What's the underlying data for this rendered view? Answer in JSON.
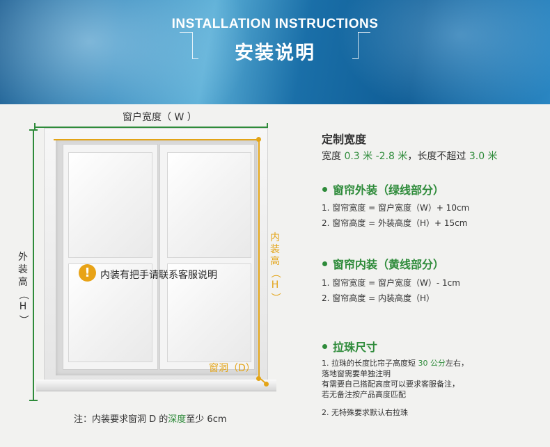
{
  "header": {
    "title_en": "INSTALLATION INSTRUCTIONS",
    "title_cn": "安装说明"
  },
  "diagram": {
    "width_label": "窗户宽度（ W ）",
    "outer_height_chars": [
      "外",
      "装",
      "高",
      "（",
      "H",
      "）"
    ],
    "inner_height_chars": [
      "内",
      "装",
      "高",
      "（",
      "H",
      "）"
    ],
    "depth_label": "窗洞（D）",
    "warning_icon": "!",
    "warning_text": "内装有把手请联系客服说明",
    "note_prefix": "注：内装要求窗洞 D 的",
    "note_highlight": "深度",
    "note_suffix": "至少 6cm",
    "colors": {
      "outer": "#2e8b3a",
      "inner": "#e3a417"
    }
  },
  "custom_width": {
    "heading": "定制宽度",
    "text_a": "宽度 ",
    "range": "0.3 米 -2.8 米",
    "text_b": "，长度不超过 ",
    "max_len": "3.0 米"
  },
  "outer_section": {
    "title": "窗帘外装（绿线部分）",
    "items": [
      "1. 窗帘宽度 = 窗户宽度（W）+ 10cm",
      "2. 窗帘高度 = 外装高度（H）+ 15cm"
    ]
  },
  "inner_section": {
    "title": "窗帘内装（黄线部分）",
    "items": [
      "1. 窗帘宽度 = 窗户宽度（W）- 1cm",
      "2. 窗帘高度 = 内装高度（H）"
    ]
  },
  "bead_section": {
    "title": "拉珠尺寸",
    "line1_a": "1. 拉珠的长度比帘子高度短 ",
    "line1_highlight": "30 公分",
    "line1_b": "左右，",
    "line2": "落地窗需要单独注明",
    "line3": "有需要自己搭配高度可以要求客服备注，",
    "line4": "若无备注按产品高度匹配",
    "line5": "2. 无特殊要求默认右拉珠"
  }
}
